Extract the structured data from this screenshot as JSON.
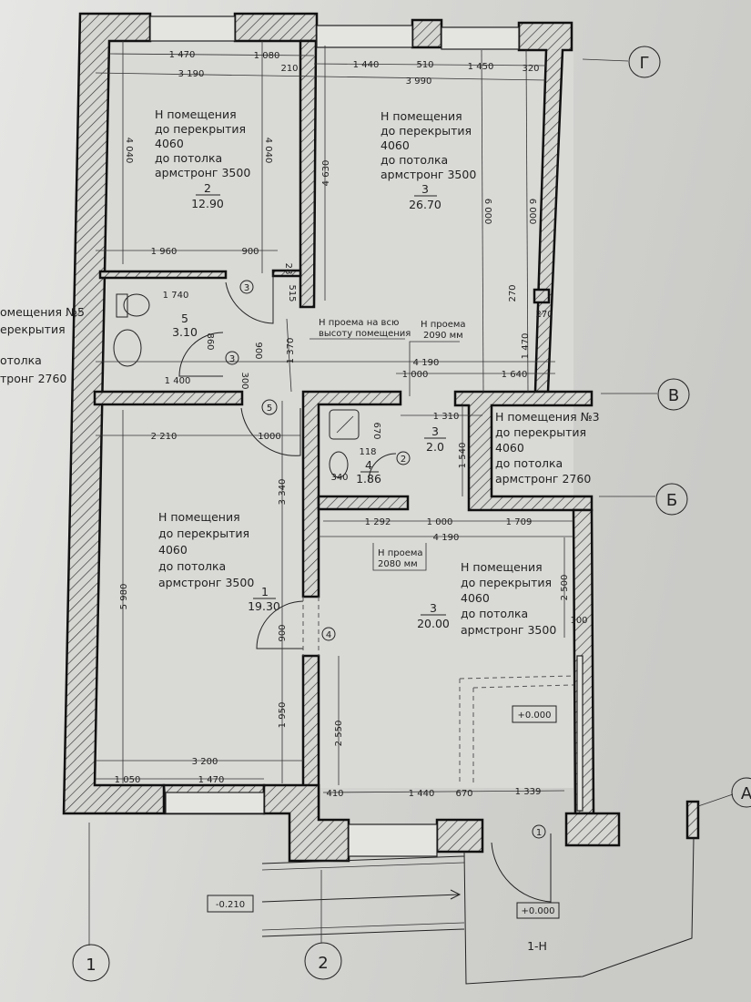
{
  "rooms": {
    "r2": {
      "l1": "Н помещения",
      "l2": "до перекрытия",
      "l3": "4060",
      "l4": "до потолка",
      "l5": "армстронг 3500",
      "num": "2",
      "area": "12.90"
    },
    "r3top": {
      "l1": "Н помещения",
      "l2": "до перекрытия",
      "l3": "4060",
      "l4": "до потолка",
      "l5": "армстронг 3500",
      "num": "3",
      "area": "26.70"
    },
    "r5": {
      "num": "5",
      "area": "3.10"
    },
    "r3small": {
      "num": "3",
      "area": "2.0"
    },
    "r4": {
      "num": "4",
      "area": "1.86"
    },
    "r3note": {
      "l1": "Н помещения №3",
      "l2": "до перекрытия",
      "l3": "4060",
      "l4": "до потолка",
      "l5": "армстронг 2760"
    },
    "r1": {
      "l1": "Н помещения",
      "l2": "до перекрытия",
      "l3": "4060",
      "l4": "до потолка",
      "l5": "армстронг 3500",
      "num": "1",
      "area": "19.30"
    },
    "r3bottom": {
      "l1": "Н помещения",
      "l2": "до перекрытия",
      "l3": "4060",
      "l4": "до потолка",
      "l5": "армстронг 3500",
      "num": "3",
      "area": "20.00"
    },
    "r5note": {
      "l1": "омещения №5",
      "l2": "ерекрытия",
      "l3": "отолка",
      "l4": "тронг 2760"
    }
  },
  "notes": {
    "opening_full_1": "Н проема на всю",
    "opening_full_2": "высоту помещения",
    "opening_2090_1": "Н проема",
    "opening_2090_2": "2090 мм",
    "opening_2080_1": "Н проема",
    "opening_2080_2": "2080 мм"
  },
  "dims": [
    "1 470",
    "1 080",
    "210",
    "3 190",
    "1 440",
    "510",
    "1 450",
    "320",
    "3 990",
    "4 040",
    "4 040",
    "4 630",
    "6 000",
    "6 000",
    "1 960",
    "900",
    "28",
    "1 740",
    "860",
    "900",
    "1 400",
    "300",
    "515",
    "1 370",
    "2 210",
    "1000",
    "3 340",
    "670",
    "118",
    "340",
    "1 310",
    "1 540",
    "270",
    "270",
    "1 470",
    "4 190",
    "1 000",
    "1 640",
    "1 292",
    "1 000",
    "1 709",
    "4 190",
    "5 980",
    "900",
    "1 950",
    "3 200",
    "1 050",
    "1 470",
    "2 550",
    "2 500",
    "100",
    "410",
    "1 440",
    "670",
    "1 339"
  ],
  "doors": [
    "3",
    "3",
    "5",
    "2",
    "4",
    "1"
  ],
  "axes": {
    "g": "Г",
    "v": "В",
    "b": "Б",
    "a": "А",
    "one": "1",
    "two": "2"
  },
  "levels": {
    "floor": "+0.000",
    "ramp": "-0.210",
    "entrance": "+0.000",
    "unit": "1-Н"
  }
}
